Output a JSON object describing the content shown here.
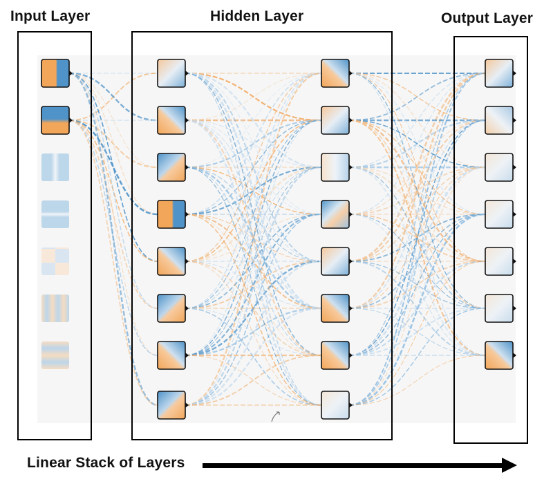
{
  "labels": {
    "input_layer": "Input Layer",
    "hidden_layer": "Hidden Layer",
    "output_layer": "Output Layer",
    "caption": "Linear Stack of Layers"
  },
  "colors": {
    "orange": "#f2a65a",
    "blue": "#4f93c8",
    "light_blue": "#a9cbe6",
    "panel": "#f6f6f6"
  },
  "layers": [
    {
      "name": "input",
      "nodes": [
        {
          "pattern": "split-vertical",
          "active": true
        },
        {
          "pattern": "split-horizontal",
          "active": true
        },
        {
          "pattern": "stripes-vertical",
          "active": false
        },
        {
          "pattern": "stripes-horizontal",
          "active": false
        },
        {
          "pattern": "checker",
          "active": false
        },
        {
          "pattern": "bars-vertical",
          "active": false
        },
        {
          "pattern": "bars-horizontal",
          "active": false
        }
      ]
    },
    {
      "name": "hidden-1",
      "nodes": [
        {
          "pattern": "soft-diagonal"
        },
        {
          "pattern": "diagonal"
        },
        {
          "pattern": "diagonal-reverse"
        },
        {
          "pattern": "split-vertical"
        },
        {
          "pattern": "diagonal"
        },
        {
          "pattern": "diagonal-reverse"
        },
        {
          "pattern": "diagonal"
        },
        {
          "pattern": "diagonal-reverse"
        }
      ]
    },
    {
      "name": "hidden-2",
      "nodes": [
        {
          "pattern": "diagonal"
        },
        {
          "pattern": "soft-diagonal"
        },
        {
          "pattern": "faint-curve"
        },
        {
          "pattern": "curve"
        },
        {
          "pattern": "soft-diagonal"
        },
        {
          "pattern": "diagonal"
        },
        {
          "pattern": "diagonal"
        },
        {
          "pattern": "faint"
        }
      ]
    },
    {
      "name": "output",
      "nodes": [
        {
          "pattern": "soft-diagonal"
        },
        {
          "pattern": "faint-diagonal"
        },
        {
          "pattern": "faint"
        },
        {
          "pattern": "faint"
        },
        {
          "pattern": "faint"
        },
        {
          "pattern": "faint"
        },
        {
          "pattern": "diagonal"
        }
      ]
    }
  ]
}
